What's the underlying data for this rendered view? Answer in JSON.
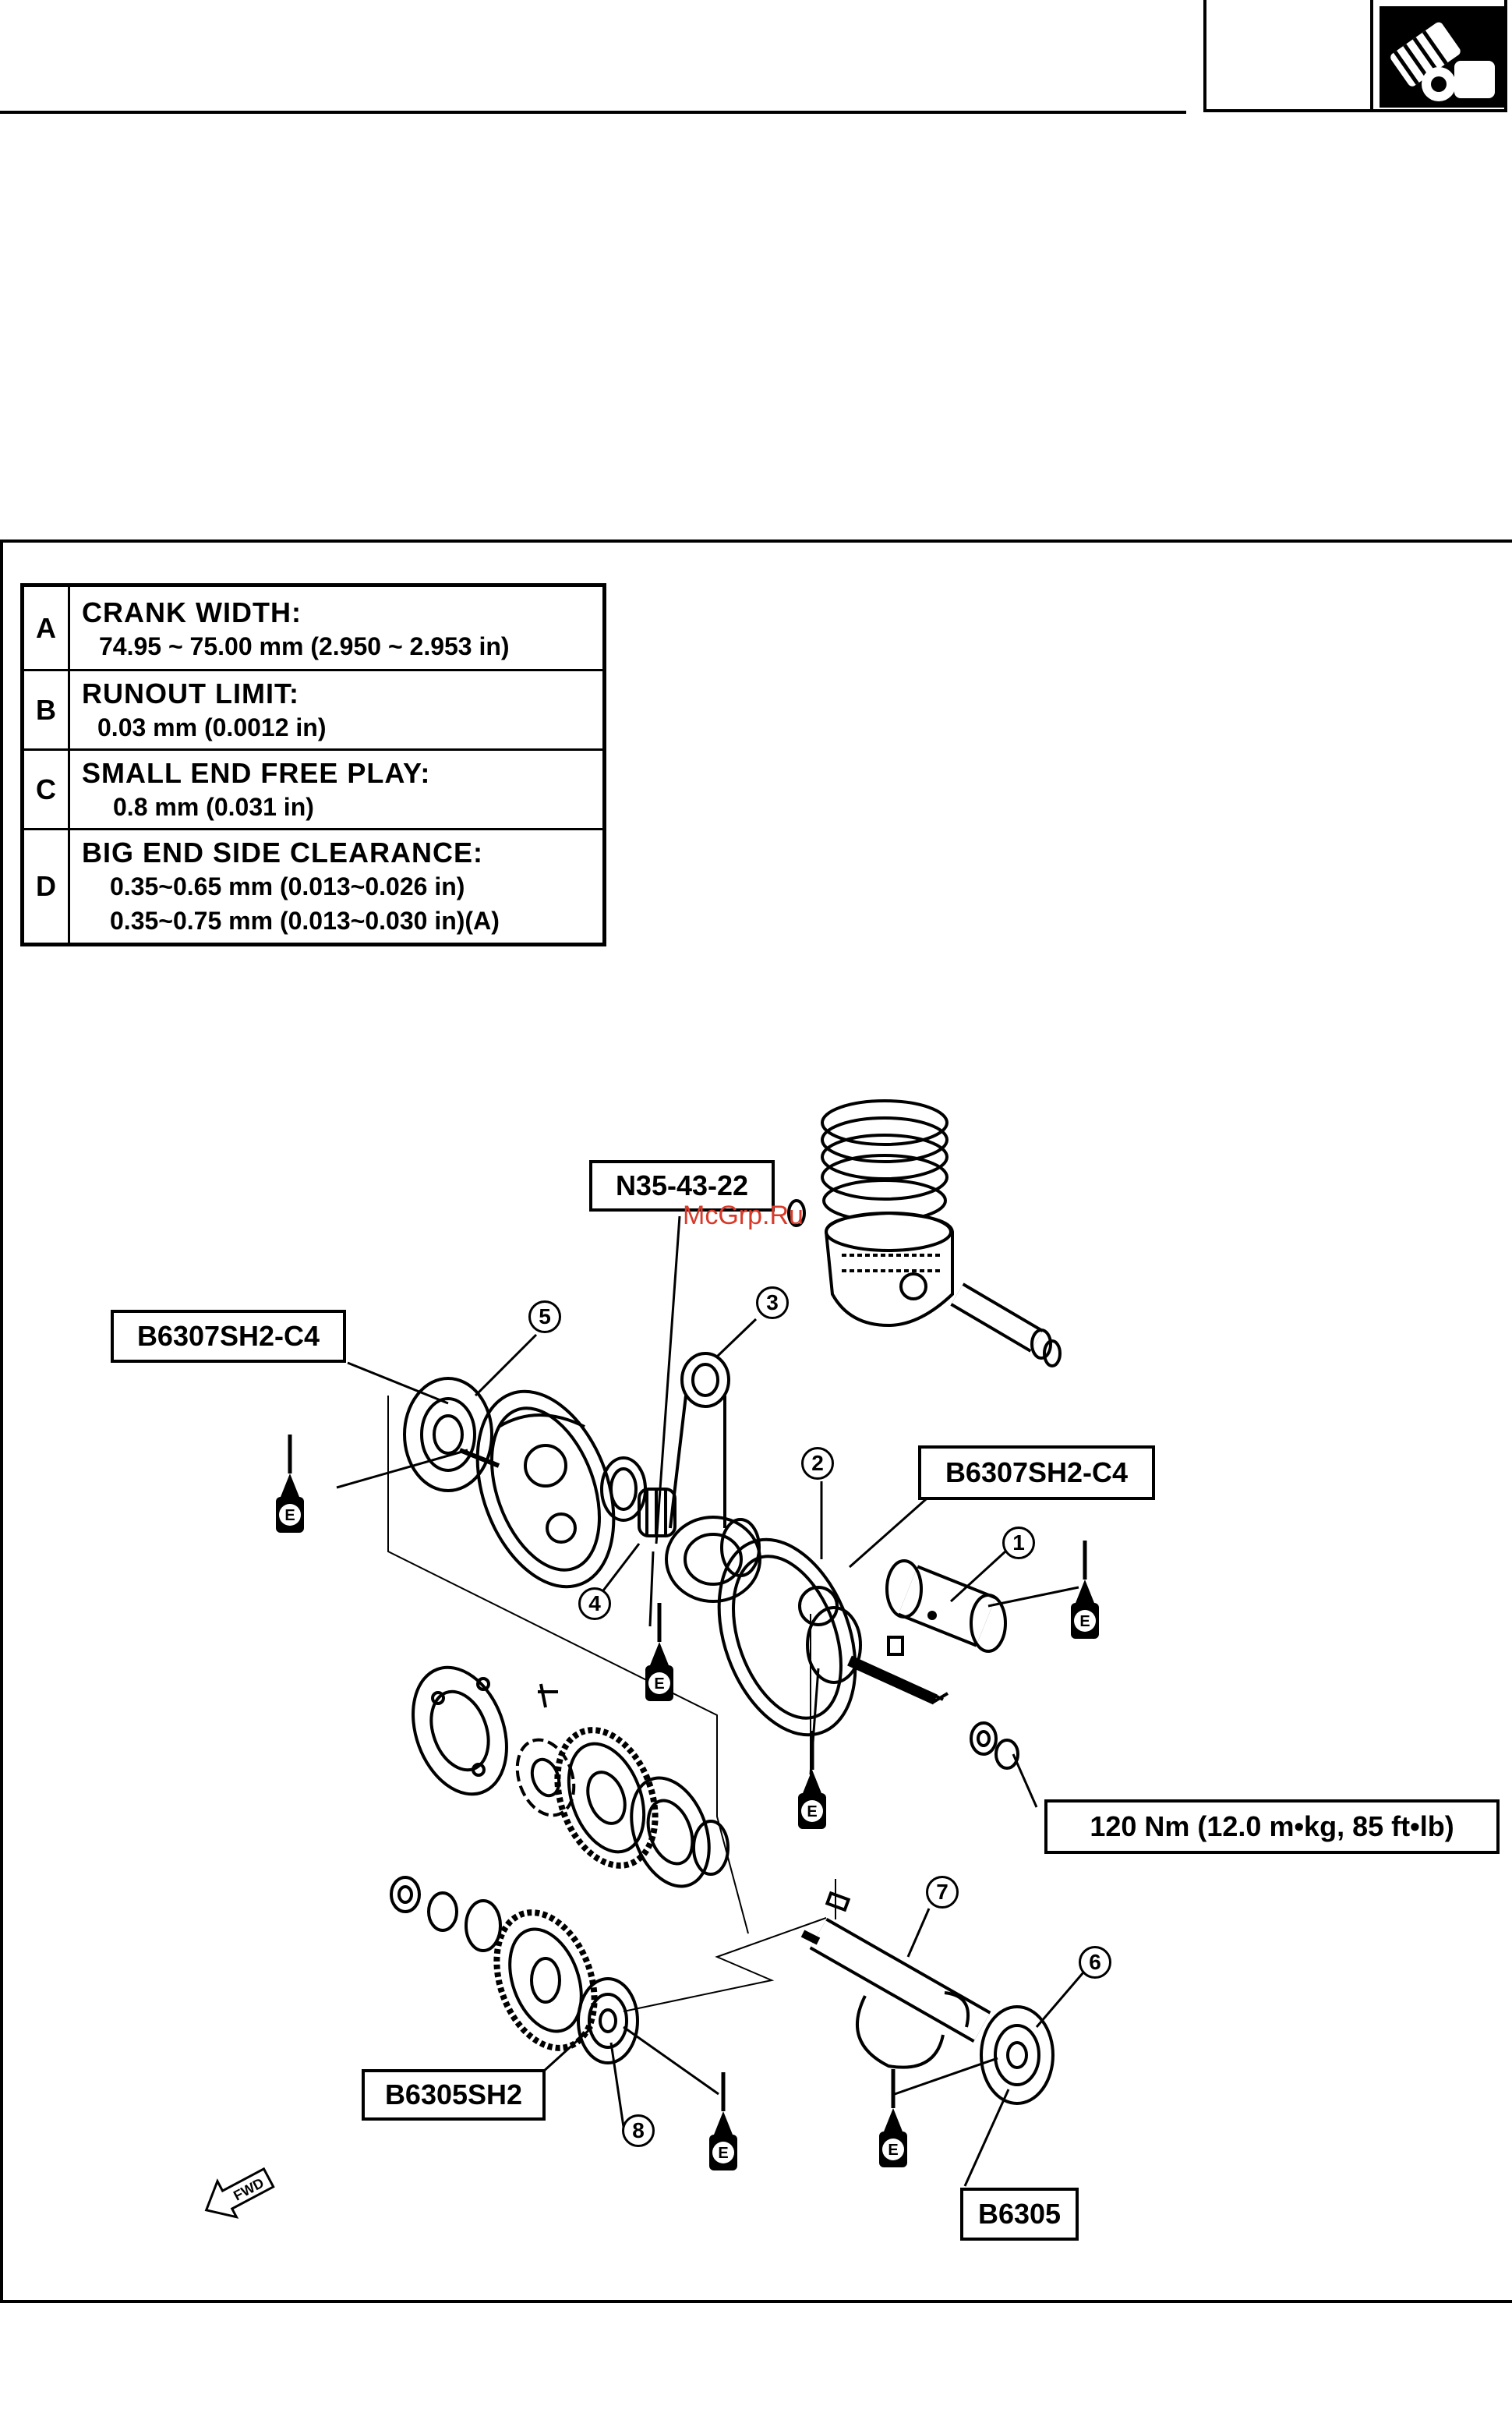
{
  "specs": [
    {
      "letter": "A",
      "title": "CRANK WIDTH:",
      "values": [
        "74.95 ~ 75.00 mm (2.950 ~ 2.953 in)"
      ]
    },
    {
      "letter": "B",
      "title": "RUNOUT LIMIT:",
      "values": [
        "0.03 mm (0.0012 in)"
      ]
    },
    {
      "letter": "C",
      "title": "SMALL END FREE PLAY:",
      "values": [
        "0.8 mm (0.031 in)"
      ]
    },
    {
      "letter": "D",
      "title": "BIG END SIDE CLEARANCE:",
      "values": [
        "0.35~0.65 mm (0.013~0.026 in)",
        "0.35~0.75 mm (0.013~0.030 in)(A)"
      ]
    }
  ],
  "labels": {
    "bearing_n35": "N35-43-22",
    "bearing_left": "B6307SH2-C4",
    "bearing_right": "B6307SH2-C4",
    "torque": "120 Nm (12.0 m•kg, 85 ft•lb)",
    "bearing_b6305sh2": "B6305SH2",
    "bearing_b6305": "B6305",
    "fwd": "FWD",
    "oil_mark": "E"
  },
  "callouts": [
    "1",
    "2",
    "3",
    "4",
    "5",
    "6",
    "7",
    "8"
  ],
  "watermark": "McGrp.Ru",
  "colors": {
    "ink": "#000000",
    "watermark": "#d83a2a"
  }
}
